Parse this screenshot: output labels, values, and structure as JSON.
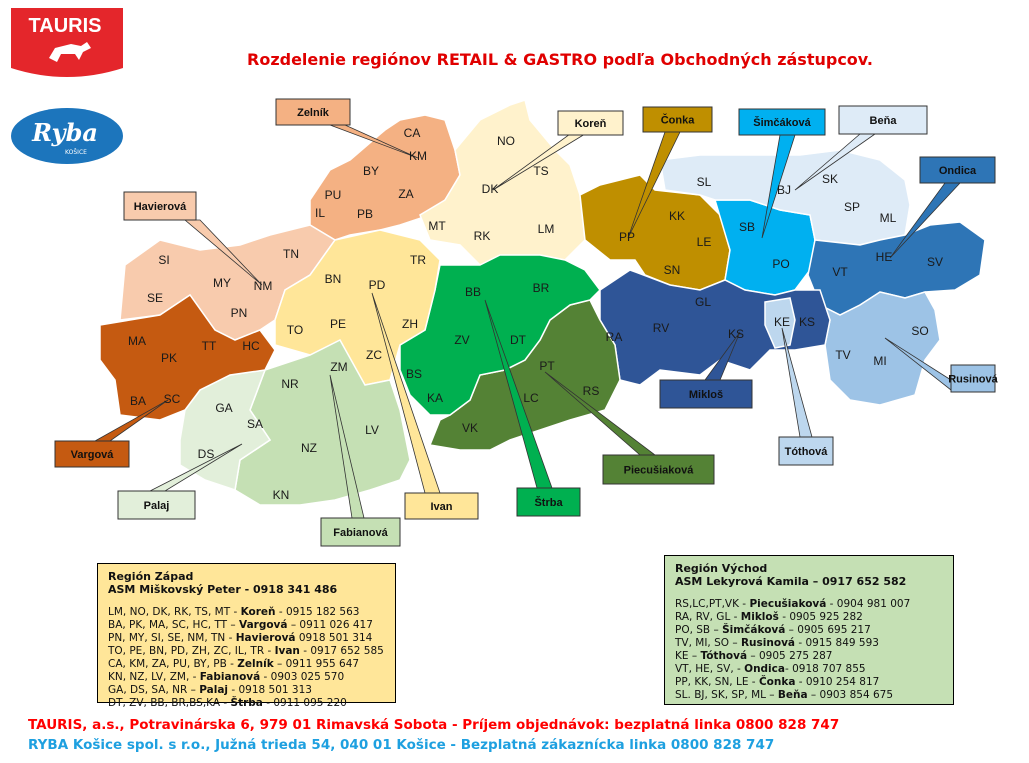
{
  "title": "Rozdelenie regiónov RETAIL & GASTRO podľa Obchodných zástupcov.",
  "logos": {
    "tauris": "TAURIS",
    "ryba": "Ryba",
    "ryba_sub": "KOŠICE"
  },
  "reps": [
    {
      "name": "Zelník",
      "color": "#f4b183"
    },
    {
      "name": "Havierová",
      "color": "#f8cbad"
    },
    {
      "name": "Koreň",
      "color": "#fff2cc"
    },
    {
      "name": "Čonka",
      "color": "#bf8f00"
    },
    {
      "name": "Šimčáková",
      "color": "#00b0f0"
    },
    {
      "name": "Beňa",
      "color": "#deebf7"
    },
    {
      "name": "Ondica",
      "color": "#2e75b6"
    },
    {
      "name": "Rusinová",
      "color": "#9dc3e6"
    },
    {
      "name": "Mikloš",
      "color": "#2f5597"
    },
    {
      "name": "Tóthová",
      "color": "#bdd7ee"
    },
    {
      "name": "Piecušiaková",
      "color": "#548235"
    },
    {
      "name": "Štrba",
      "color": "#00b050"
    },
    {
      "name": "Ivan",
      "color": "#ffe699"
    },
    {
      "name": "Fabianová",
      "color": "#c5e0b4"
    },
    {
      "name": "Palaj",
      "color": "#e2efda"
    },
    {
      "name": "Vargová",
      "color": "#c55a11"
    }
  ],
  "districts": [
    "CA",
    "KM",
    "BY",
    "ZA",
    "PU",
    "PB",
    "IL",
    "NO",
    "DK",
    "TS",
    "MT",
    "RK",
    "LM",
    "TN",
    "SI",
    "MY",
    "NM",
    "SE",
    "PN",
    "BN",
    "PD",
    "TR",
    "TO",
    "PE",
    "ZH",
    "ZC",
    "MA",
    "PK",
    "TT",
    "HC",
    "BA",
    "SC",
    "NR",
    "ZM",
    "GA",
    "SA",
    "DS",
    "NZ",
    "LV",
    "KN",
    "BB",
    "BR",
    "ZV",
    "DT",
    "BS",
    "KA",
    "PT",
    "LC",
    "RS",
    "VK",
    "PP",
    "KK",
    "LE",
    "SN",
    "SL",
    "BJ",
    "SK",
    "SP",
    "ML",
    "SB",
    "PO",
    "HE",
    "SV",
    "VT",
    "RA",
    "RV",
    "GL",
    "KS",
    "KE",
    "KS",
    "TV",
    "MI",
    "SO"
  ],
  "region_west": {
    "title": "Región Západ",
    "asm": "ASM Miškovský Peter - 0918 341 486",
    "lines": [
      {
        "codes": "LM, NO, DK, RK, TS, MT - ",
        "rep": "Koreň",
        "phone": " - 0915 182 563"
      },
      {
        "codes": "BA, PK, MA, SC, HC, TT – ",
        "rep": "Vargová",
        "phone": " – 0911 026 417"
      },
      {
        "codes": "PN, MY, SI, SE, NM, TN - ",
        "rep": "Havierová",
        "phone": " 0918 501 314"
      },
      {
        "codes": "TO, PE, BN, PD, ZH, ZC, IL, TR - ",
        "rep": "Ivan",
        "phone": " - 0917 652 585"
      },
      {
        "codes": "CA, KM, ZA, PU, BY, PB - ",
        "rep": "Zelník",
        "phone": " – 0911 955 647"
      },
      {
        "codes": "KN, NZ, LV, ZM,  - ",
        "rep": "Fabianová",
        "phone": " - 0903 025 570"
      },
      {
        "codes": "GA, DS, SA, NR – ",
        "rep": "Palaj",
        "phone": " - 0918 501 313"
      },
      {
        "codes": "DT, ZV, BB, BR,BS,KA - ",
        "rep": "Štrba",
        "phone": " - 0911 095 220"
      }
    ]
  },
  "region_east": {
    "title": "Región Východ",
    "asm": "ASM Lekyrová Kamila – 0917 652 582",
    "lines": [
      {
        "codes": "RS,LC,PT,VK  -  ",
        "rep": "Piecušiaková",
        "phone": "  - 0904 981 007"
      },
      {
        "codes": "RA, RV, GL - ",
        "rep": "Mikloš",
        "phone": " - 0905 925 282"
      },
      {
        "codes": "PO, SB – ",
        "rep": "Šimčáková",
        "phone": " – 0905 695 217"
      },
      {
        "codes": "TV, MI, SO – ",
        "rep": "Rusinová",
        "phone": " - 0915 849 593"
      },
      {
        "codes": "KE – ",
        "rep": "Tóthová",
        "phone": " – 0905 275 287"
      },
      {
        "codes": "VT, HE, SV, - ",
        "rep": "Ondica",
        "phone": "- 0918 707 855"
      },
      {
        "codes": "PP, KK, SN, LE - ",
        "rep": "Čonka",
        "phone": " -  0910 254 817"
      },
      {
        "codes": "SL. BJ, SK, SP, ML – ",
        "rep": "Beňa",
        "phone": " – 0903 854 675"
      }
    ]
  },
  "footer": {
    "tauris": "TAURIS, a.s., Potravinárska 6, 979 01 Rimavská Sobota - Príjem objednávok: bezplatná linka 0800 828 747",
    "ryba": "RYBA Košice spol. s r.o., Južná trieda 54, 040 01 Košice - Bezplatná zákaznícka linka 0800 828 747"
  }
}
